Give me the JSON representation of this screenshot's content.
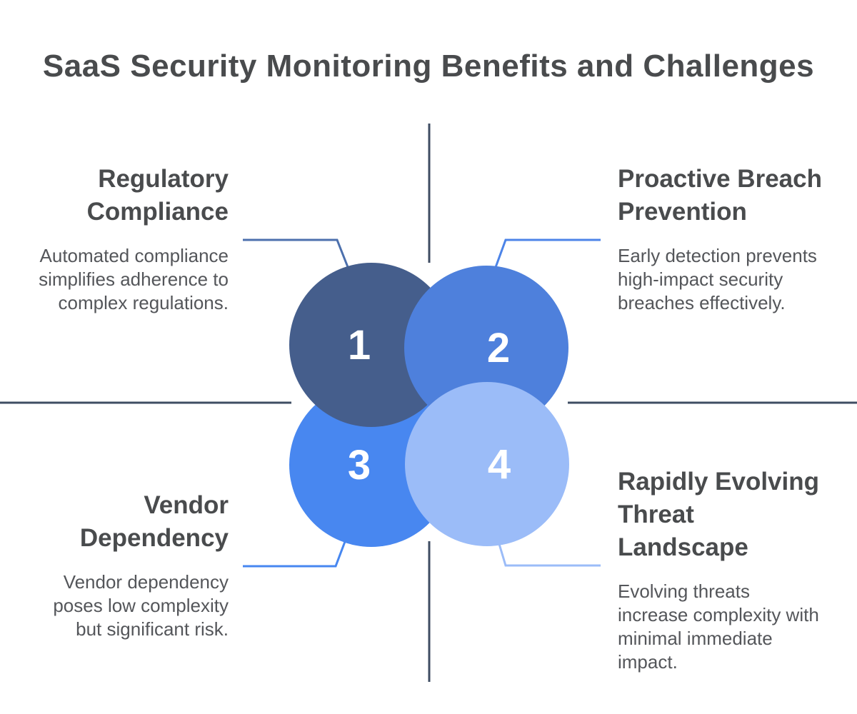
{
  "title": "SaaS Security Monitoring Benefits and Challenges",
  "colors": {
    "background": "#FFFFFF",
    "title_text": "#494B4D",
    "heading_text": "#494B4D",
    "body_text": "#54565A",
    "divider_line": "#3F4D63",
    "number_text": "#FFFFFF"
  },
  "diagram": {
    "circles": [
      {
        "number": "1",
        "color": "#455E8C",
        "connector_color": "#4C70AD"
      },
      {
        "number": "2",
        "color": "#4E80DC",
        "connector_color": "#4C84E8"
      },
      {
        "number": "3",
        "color": "#4887F0",
        "connector_color": "#4787F0"
      },
      {
        "number": "4",
        "color": "#9BBCF8",
        "connector_color": "#9BBCF8"
      }
    ]
  },
  "sections": {
    "top_left": {
      "heading": "Regulatory\nCompliance",
      "body": "Automated compliance\nsimplifies adherence to\ncomplex regulations."
    },
    "top_right": {
      "heading": "Proactive Breach\nPrevention",
      "body": "Early detection prevents\nhigh-impact security\nbreaches effectively."
    },
    "bottom_left": {
      "heading": "Vendor\nDependency",
      "body": "Vendor dependency\nposes low complexity\nbut significant risk."
    },
    "bottom_right": {
      "heading": "Rapidly Evolving\nThreat\nLandscape",
      "body": "Evolving threats\nincrease complexity with\nminimal immediate\nimpact."
    }
  }
}
